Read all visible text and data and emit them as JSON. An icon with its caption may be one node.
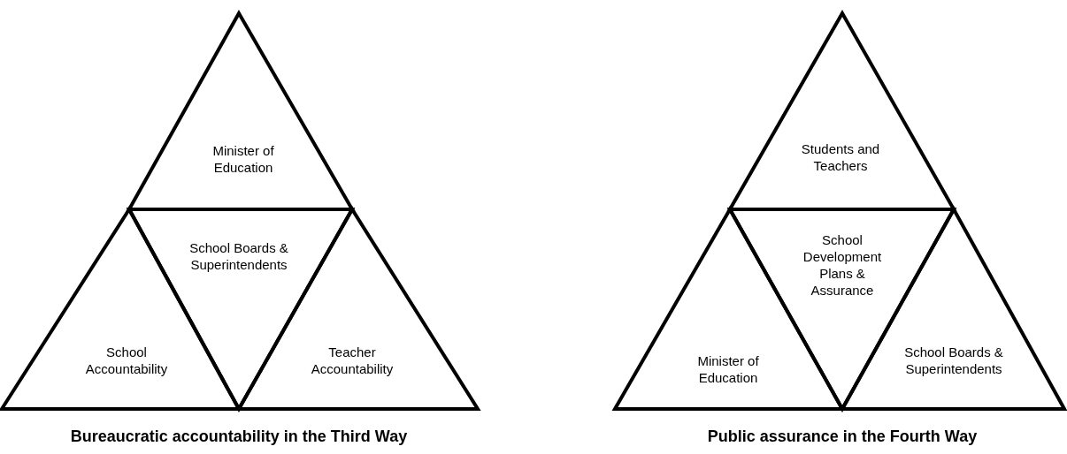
{
  "diagram": {
    "nodes": [
      {
        "text": [
          "Minister of Education"
        ]
      },
      {
        "text": [
          "School Boards & Superintendents"
        ]
      },
      {
        "text": [
          "School Accountability"
        ]
      },
      {
        "text": [
          "Teacher Accountability"
        ]
      },
      {
        "text": [
          "Students and Teachers"
        ]
      },
      {
        "text": [
          "School Development Plans & Assurance"
        ]
      },
      {
        "text": [
          "Minister of Education"
        ]
      },
      {
        "text": [
          "School Boards & Superintendents"
        ]
      }
    ],
    "labels": [
      "Bureaucratic accountability in the Third Way",
      "Public assurance in the Fourth Way"
    ]
  }
}
